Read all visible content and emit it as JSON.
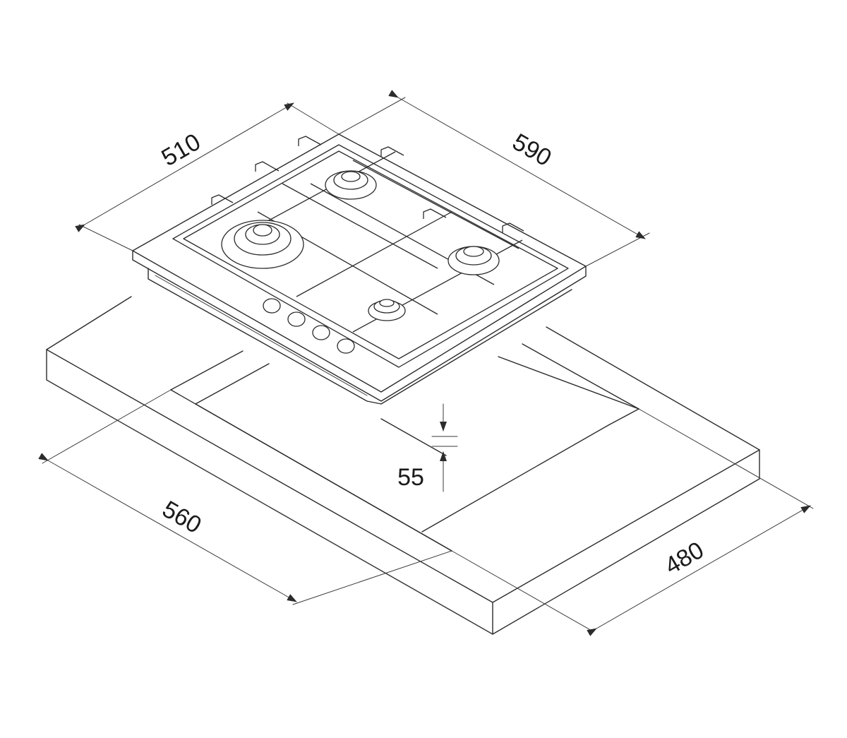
{
  "dimensions": {
    "hob_depth": "510",
    "hob_width": "590",
    "cutout_width": "560",
    "cutout_depth": "480",
    "recess_depth": "55"
  }
}
